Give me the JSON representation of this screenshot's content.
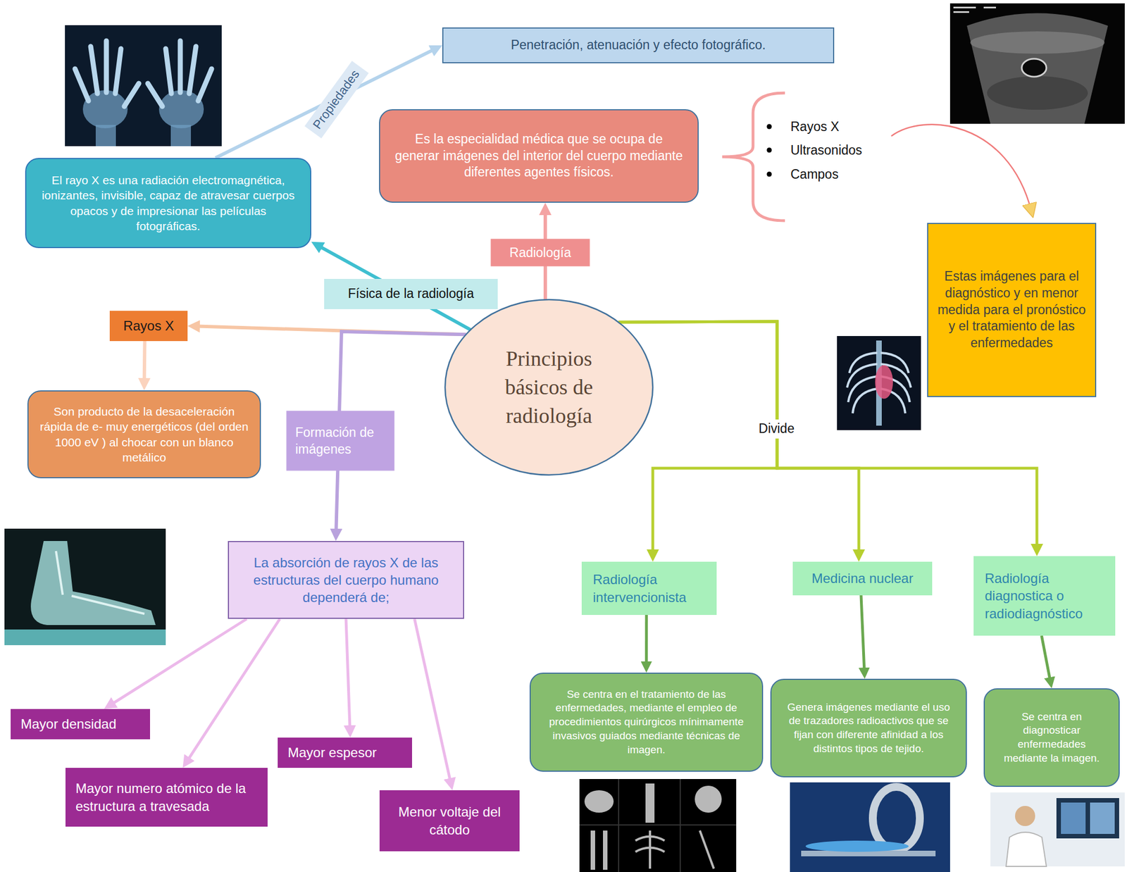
{
  "diagram": {
    "nodes": [
      {
        "text": [
          "Penetración, atenuación y efecto fotográfico."
        ]
      },
      {
        "text": [
          "Es la especialidad médica que se ocupa de generar imágenes del interior del cuerpo mediante diferentes agentes físicos."
        ]
      },
      {
        "text": [
          "El rayo X es una radiación electromagnética, ionizantes, invisible, capaz de atravesar cuerpos opacos y de impresionar las películas fotográficas."
        ]
      },
      {
        "text": [
          "Estas imágenes para el diagnóstico y en menor medida para el pronóstico y el tratamiento de las enfermedades"
        ]
      },
      {
        "text": [
          "Rayos X"
        ]
      },
      {
        "text": [
          "Principios básicos de radiología"
        ]
      },
      {
        "text": [
          "Son producto de la desaceleración rápida de e- muy energéticos (del orden 1000 eV ) al chocar con un blanco metálico"
        ]
      },
      {
        "text": [
          "La absorción de rayos X de las estructuras del cuerpo humano dependerá de;"
        ]
      },
      {
        "text": [
          "Radiología intervencionista"
        ]
      },
      {
        "text": [
          "Medicina nuclear"
        ]
      },
      {
        "text": [
          "Radiología diagnostica o radiodiagnóstico"
        ]
      },
      {
        "text": [
          "Mayor densidad"
        ]
      },
      {
        "text": [
          "Se centra en el tratamiento de las enfermedades, mediante el empleo de procedimientos quirúrgicos mínimamente invasivos guiados mediante técnicas de imagen."
        ]
      },
      {
        "text": [
          "Genera imágenes mediante el uso de trazadores radioactivos que se fijan con diferente afinidad a los distintos tipos de tejido."
        ]
      },
      {
        "text": [
          "Se centra en diagnosticar enfermedades mediante la imagen."
        ]
      },
      {
        "text": [
          "Mayor espesor"
        ]
      },
      {
        "text": [
          "Mayor numero atómico de la estructura a travesada"
        ]
      },
      {
        "text": [
          "Menor voltaje del cátodo"
        ]
      }
    ],
    "edges": [
      {
        "from": 2,
        "to": 0,
        "label": "Propiedades",
        "arrow": "to"
      },
      {
        "from": 5,
        "to": 1,
        "label": "Radiología",
        "arrow": "to"
      },
      {
        "from": 5,
        "to": 2,
        "label": "Física de la radiología",
        "arrow": "to"
      },
      {
        "from": 5,
        "to": 4,
        "arrow": "to"
      },
      {
        "from": 4,
        "to": 6,
        "arrow": "to"
      },
      {
        "from": 5,
        "to": 7,
        "label": "Formación de imágenes",
        "arrow": "to"
      },
      {
        "from": 5,
        "to": 8,
        "label": "Divide",
        "arrow": "to"
      },
      {
        "from": 5,
        "to": 9,
        "arrow": "to"
      },
      {
        "from": 5,
        "to": 10,
        "arrow": "to"
      },
      {
        "from": 8,
        "to": 12,
        "arrow": "to"
      },
      {
        "from": 9,
        "to": 13,
        "arrow": "to"
      },
      {
        "from": 10,
        "to": 14,
        "arrow": "to"
      },
      {
        "from": 7,
        "to": 11,
        "arrow": "to"
      },
      {
        "from": 7,
        "to": 16,
        "arrow": "to"
      },
      {
        "from": 7,
        "to": 15,
        "arrow": "to"
      },
      {
        "from": 7,
        "to": 17,
        "arrow": "to"
      }
    ],
    "labels": [
      "Rayos X",
      "Ultrasonidos",
      "Campos"
    ]
  }
}
